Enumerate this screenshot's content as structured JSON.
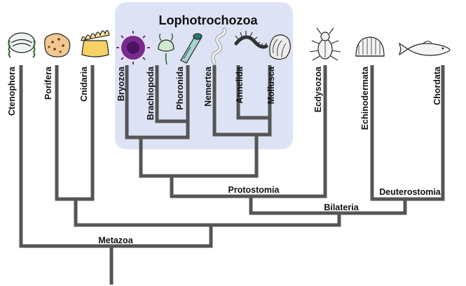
{
  "group_title": "Lophotrochozoa",
  "taxa": {
    "ctenophora": "Ctenophora",
    "porifera": "Porifera",
    "cnidaria": "Cnidaria",
    "bryozoa": "Bryozoa",
    "brachiopoda": "Brachiopoda",
    "phoronida": "Phoronida",
    "nemertea": "Nemertea",
    "annelida": "Annelida",
    "mollusca": "Mollusca",
    "ecdysozoa": "Ecdysozoa",
    "echinodermata": "Echinodermata",
    "chordata": "Chordata"
  },
  "nodes": {
    "protostomia": "Protostomia",
    "deuterostomia": "Deuterostomia",
    "bilateria": "Bilateria",
    "metazoa": "Metazoa"
  },
  "colors": {
    "highlight_box": "#dde3f4",
    "branch": "#555555",
    "text": "#111111"
  },
  "icons": [
    "ctenophore-icon",
    "sponge-icon",
    "anemone-icon",
    "bryozoan-icon",
    "brachiopod-icon",
    "phoronid-icon",
    "ribbon-worm-icon",
    "annelid-icon",
    "shell-icon",
    "insect-icon",
    "sea-urchin-icon",
    "fish-icon"
  ]
}
